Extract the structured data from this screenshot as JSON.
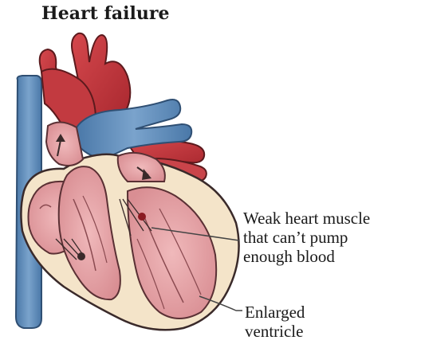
{
  "title": "Heart failure",
  "annotations": {
    "weak_muscle": [
      "Weak heart muscle",
      "that can’t pump",
      "enough blood"
    ],
    "enlarged": [
      "Enlarged",
      "ventricle"
    ]
  },
  "colors": {
    "vein_blue": "#5b89b8",
    "artery_red": "#c73a3f",
    "chamber_pink": "#e8a8ac",
    "muscle_light": "#f3e3c8",
    "outline": "#3a2a2a"
  }
}
